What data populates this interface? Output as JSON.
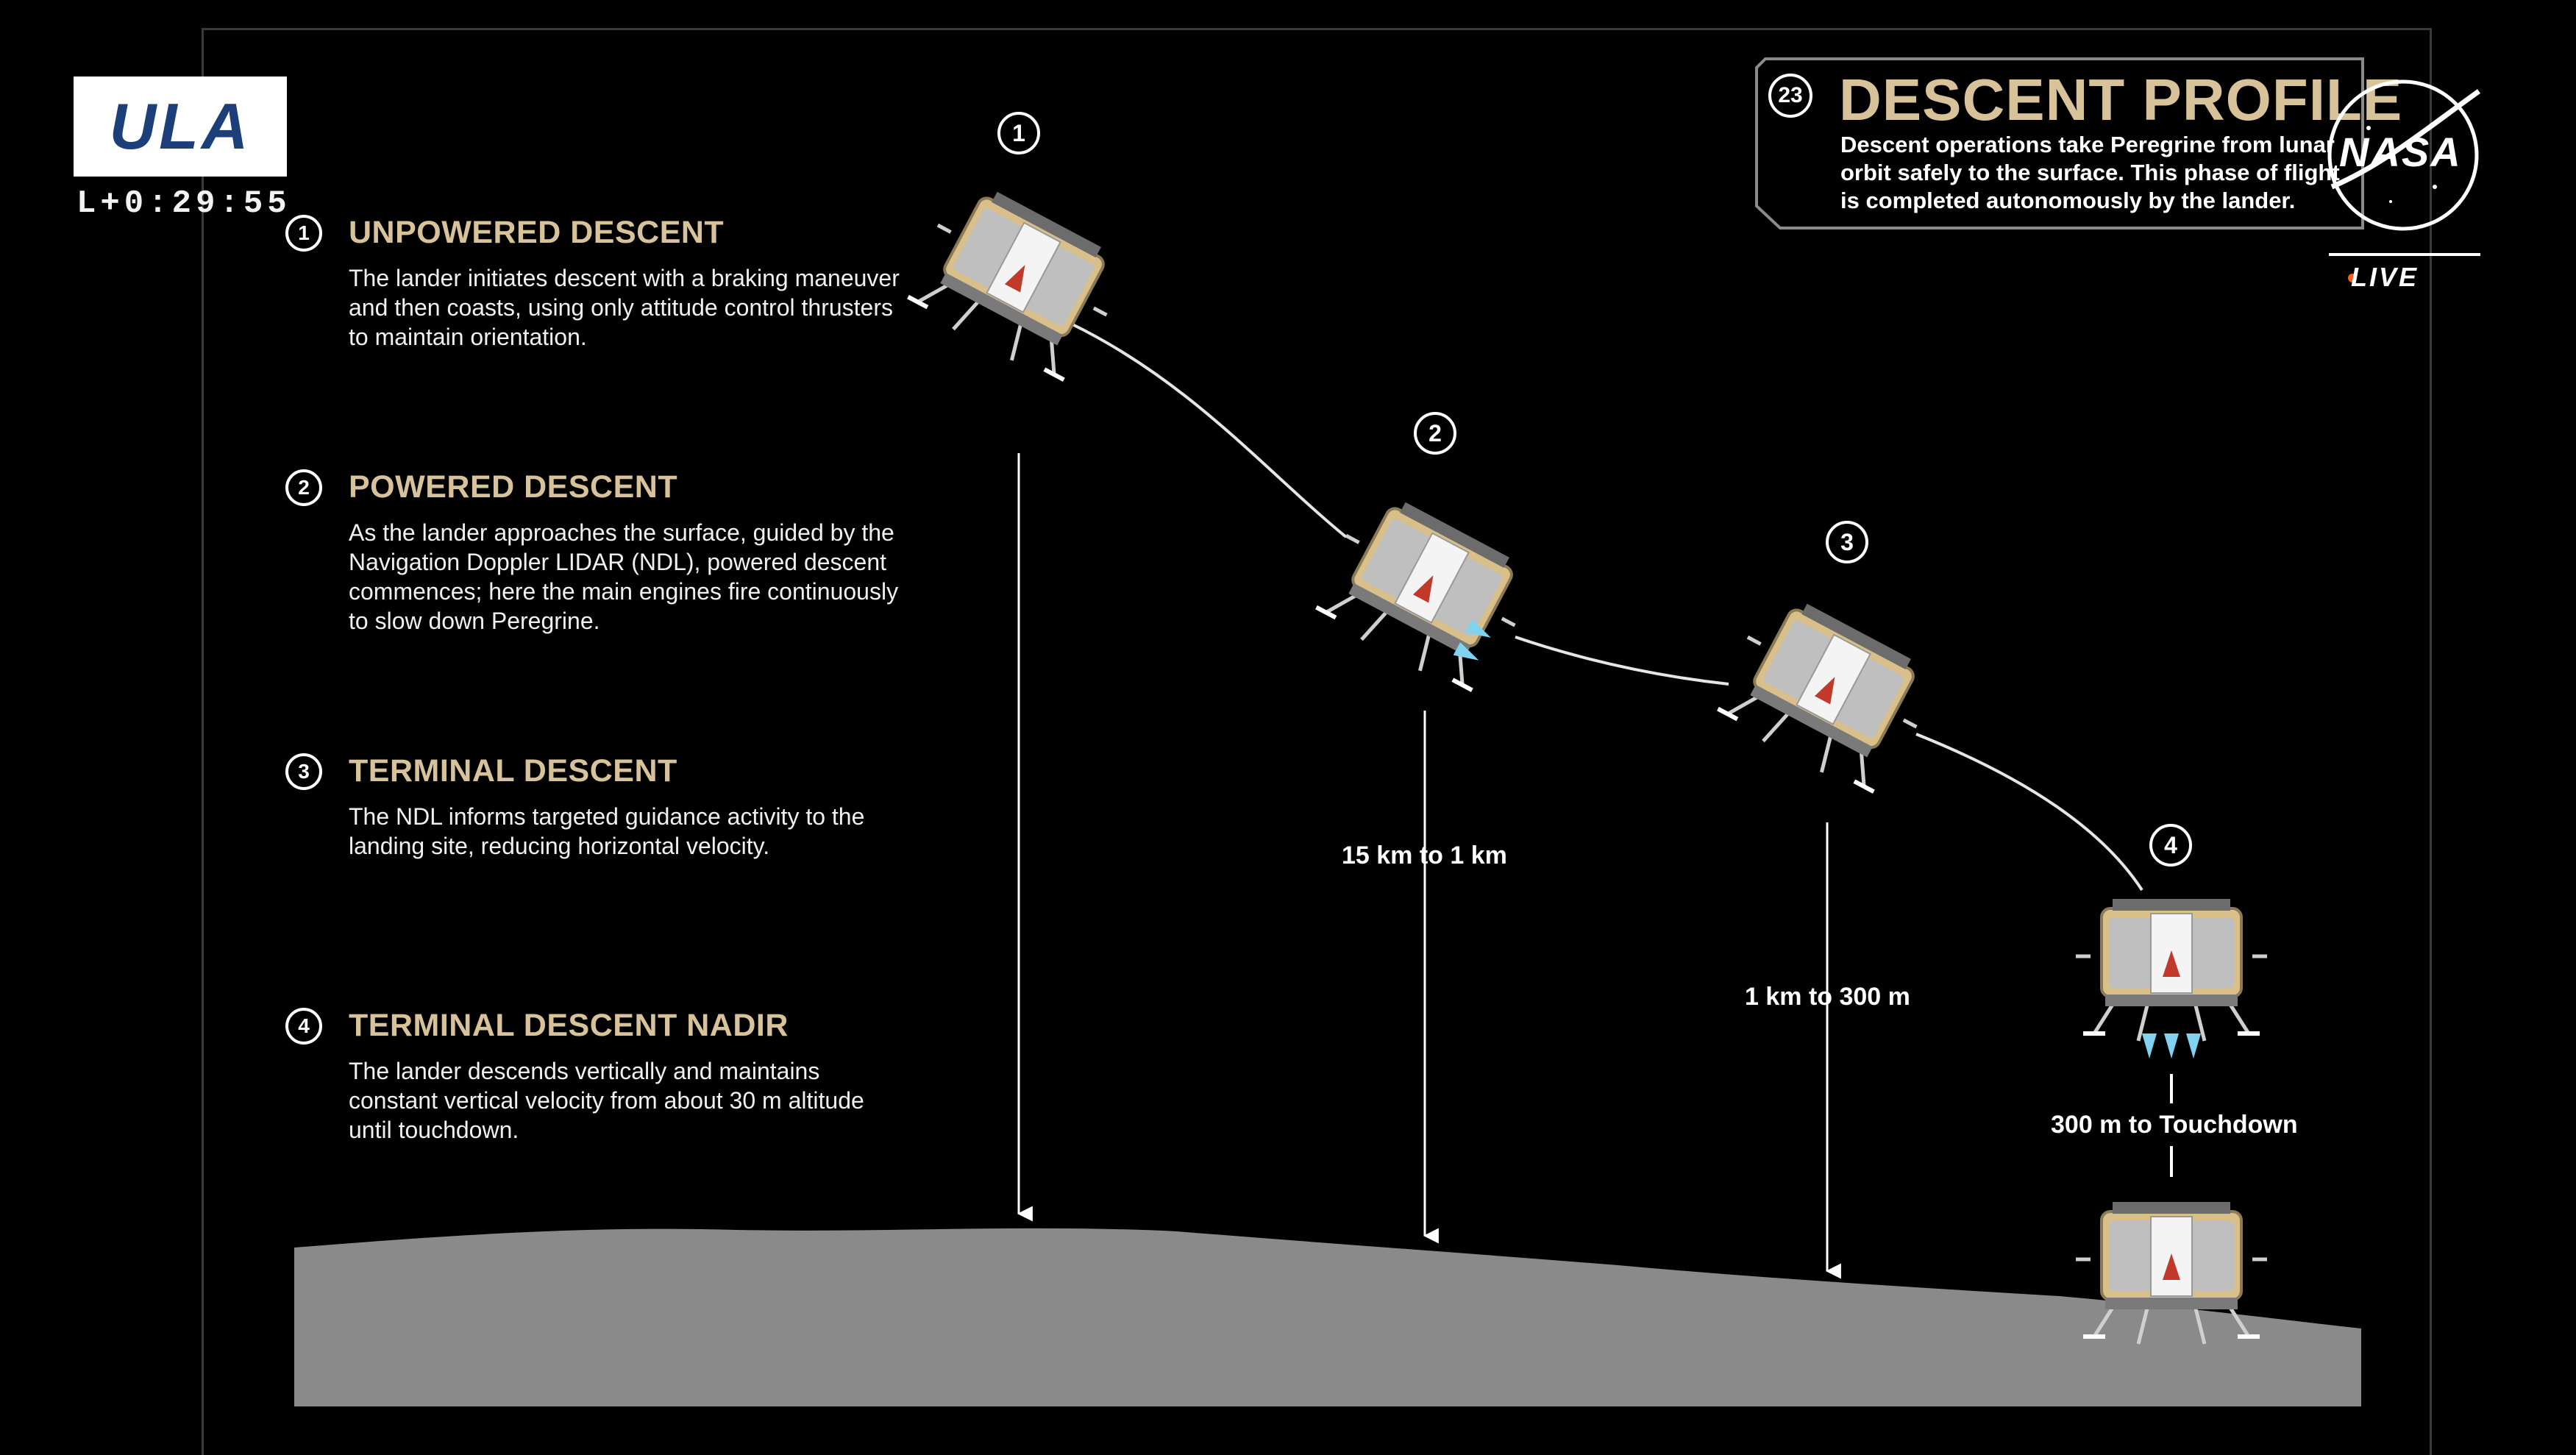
{
  "broadcast": {
    "logo_text": "ULA",
    "mission_clock": "L+0:29:55",
    "network_logo": "NASA",
    "live_label": "LIVE",
    "live_dot_color": "#ff5a1f"
  },
  "panel": {
    "number": "23",
    "title": "DESCENT PROFILE",
    "description": "Descent operations take Peregrine from lunar orbit safely to the surface. This phase of flight is completed autonomously by the lander."
  },
  "steps": [
    {
      "number": "1",
      "title": "UNPOWERED DESCENT",
      "body": "The lander initiates descent with a braking maneuver and then coasts, using only attitude control thrusters to maintain orientation."
    },
    {
      "number": "2",
      "title": "POWERED DESCENT",
      "body": "As the lander approaches the surface, guided by the Navigation Doppler LIDAR (NDL), powered descent commences; here the main engines fire continuously to slow down Peregrine."
    },
    {
      "number": "3",
      "title": "TERMINAL DESCENT",
      "body": "The NDL informs targeted guidance activity to the landing site, reducing horizontal velocity."
    },
    {
      "number": "4",
      "title": "TERMINAL DESCENT NADIR",
      "body": "The lander descends vertically and maintains constant vertical velocity from about 30 m altitude until touchdown."
    }
  ],
  "diagram": {
    "badges": [
      "1",
      "2",
      "3",
      "4"
    ],
    "ranges": [
      "15 km to 1 km",
      "1 km to 300 m",
      "300 m to Touchdown"
    ],
    "colors": {
      "accent_gold": "#d8c29a",
      "surface_gray": "#8a8a8a",
      "plume_blue": "#7fd3f0",
      "lander_gold": "#d9c08a"
    }
  }
}
